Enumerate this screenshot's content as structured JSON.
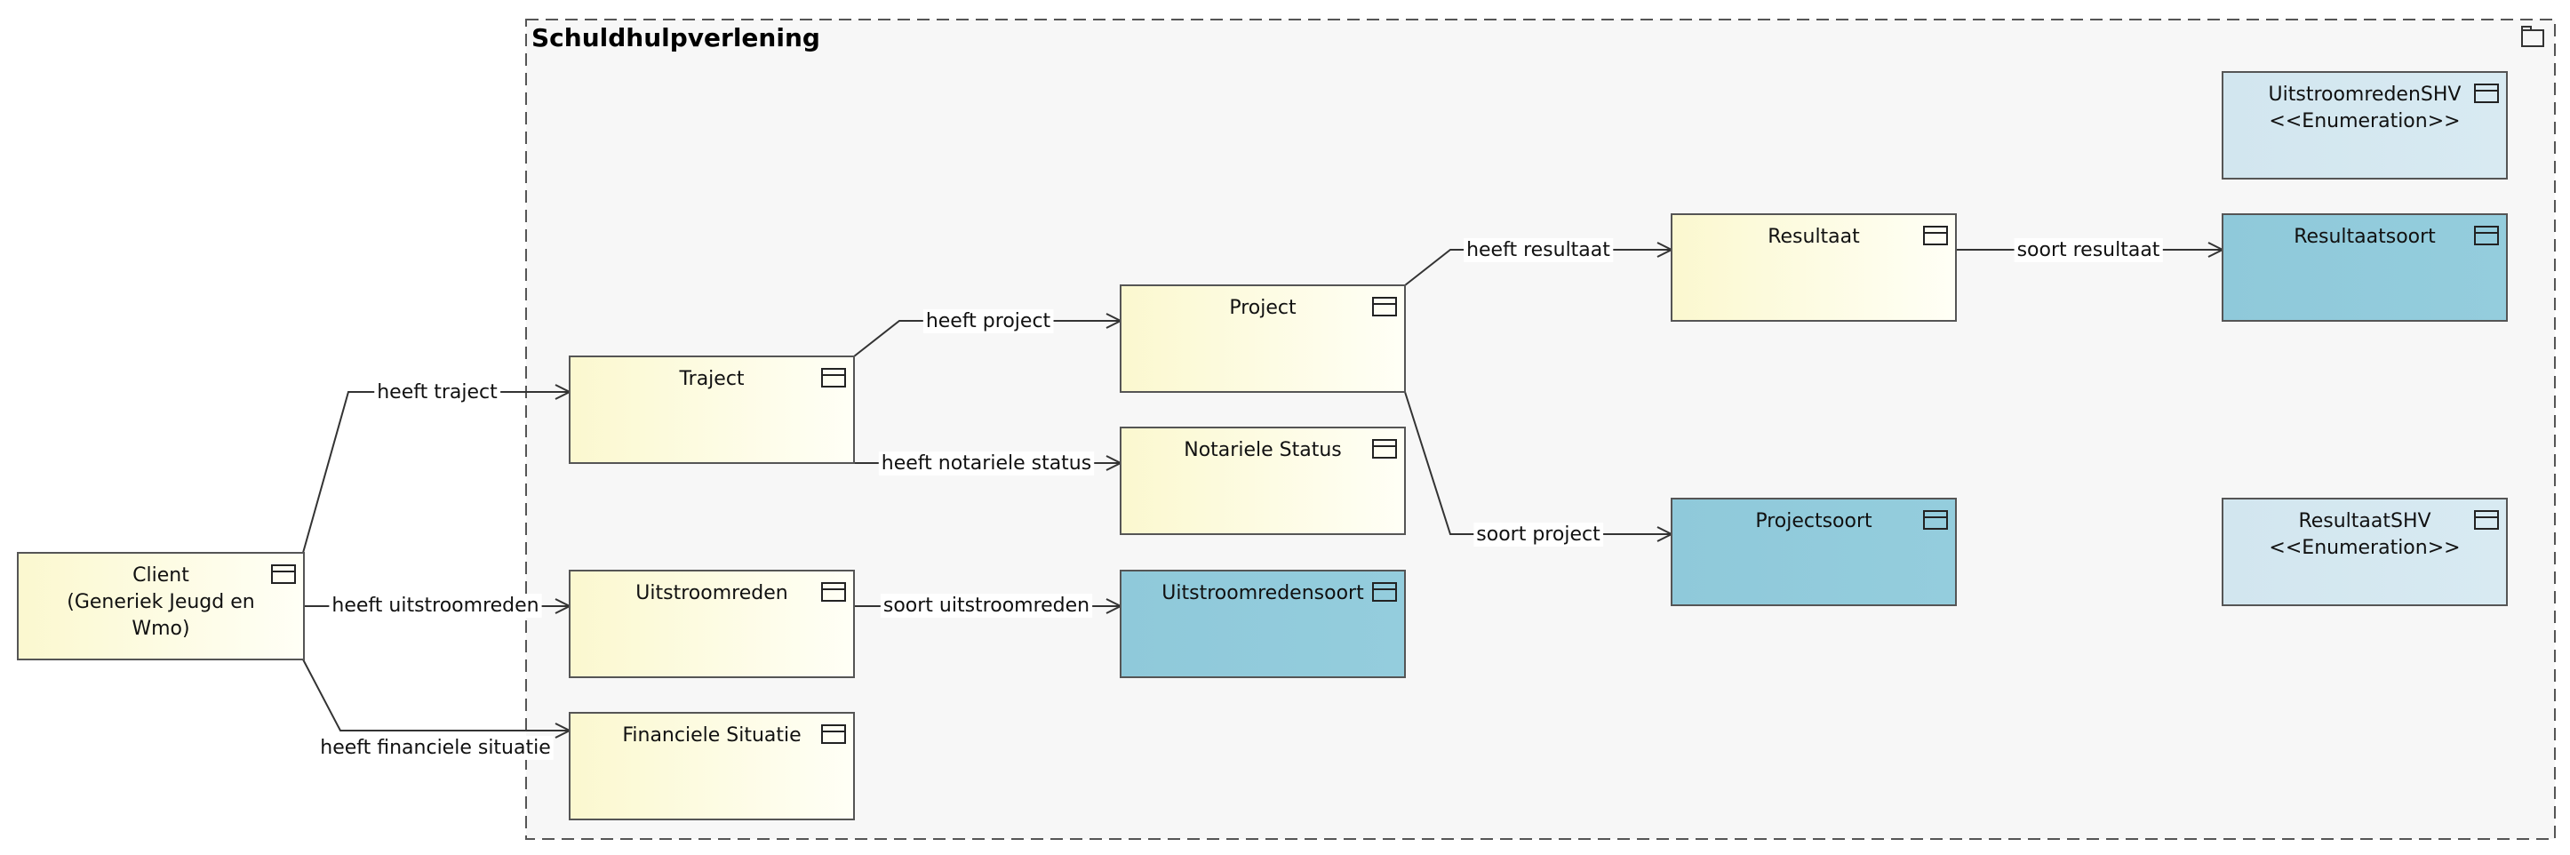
{
  "group": {
    "title": "Schuldhulpverlening"
  },
  "colors": {
    "business_object": "#fdfce0",
    "entity_blue": "#92cbdb",
    "enumeration": "#d5e8f0",
    "border": "#555555",
    "edge": "#333333",
    "group_background": "#f7f7f7"
  },
  "nodes": [
    {
      "id": "client",
      "lines": [
        "Client",
        "(Generiek Jeugd en",
        "Wmo)"
      ],
      "kind": "business_object",
      "icon": "class-icon"
    },
    {
      "id": "traject",
      "lines": [
        "Traject"
      ],
      "kind": "business_object",
      "icon": "class-icon"
    },
    {
      "id": "uitstroomreden",
      "lines": [
        "Uitstroomreden"
      ],
      "kind": "business_object",
      "icon": "class-icon"
    },
    {
      "id": "financiele-situatie",
      "lines": [
        "Financiele Situatie"
      ],
      "kind": "business_object",
      "icon": "class-icon"
    },
    {
      "id": "project",
      "lines": [
        "Project"
      ],
      "kind": "business_object",
      "icon": "class-icon"
    },
    {
      "id": "notariele-status",
      "lines": [
        "Notariele Status"
      ],
      "kind": "business_object",
      "icon": "class-icon"
    },
    {
      "id": "uitstroomredensoort",
      "lines": [
        "Uitstroomredensoort"
      ],
      "kind": "entity_blue",
      "icon": "class-icon"
    },
    {
      "id": "resultaat",
      "lines": [
        "Resultaat"
      ],
      "kind": "business_object",
      "icon": "class-icon"
    },
    {
      "id": "projectsoort",
      "lines": [
        "Projectsoort"
      ],
      "kind": "entity_blue",
      "icon": "class-icon"
    },
    {
      "id": "resultaatsoort",
      "lines": [
        "Resultaatsoort"
      ],
      "kind": "entity_blue",
      "icon": "class-icon"
    },
    {
      "id": "uitstroomredenshv",
      "lines": [
        "UitstroomredenSHV",
        "<<Enumeration>>"
      ],
      "kind": "enumeration",
      "icon": "class-icon"
    },
    {
      "id": "resultaatshv",
      "lines": [
        "ResultaatSHV",
        "<<Enumeration>>"
      ],
      "kind": "enumeration",
      "icon": "class-icon"
    }
  ],
  "edges": [
    {
      "id": "heeft-traject",
      "from": "client",
      "to": "traject",
      "label": "heeft traject"
    },
    {
      "id": "heeft-uitstroomreden",
      "from": "client",
      "to": "uitstroomreden",
      "label": "heeft uitstroomreden"
    },
    {
      "id": "heeft-financiele-situatie",
      "from": "client",
      "to": "financiele-situatie",
      "label": "heeft financiele situatie"
    },
    {
      "id": "heeft-project",
      "from": "traject",
      "to": "project",
      "label": "heeft project"
    },
    {
      "id": "heeft-notariele-status",
      "from": "traject",
      "to": "notariele-status",
      "label": "heeft notariele status"
    },
    {
      "id": "soort-uitstroomreden",
      "from": "uitstroomreden",
      "to": "uitstroomredensoort",
      "label": "soort uitstroomreden"
    },
    {
      "id": "heeft-resultaat",
      "from": "project",
      "to": "resultaat",
      "label": "heeft resultaat"
    },
    {
      "id": "soort-project",
      "from": "project",
      "to": "projectsoort",
      "label": "soort project"
    },
    {
      "id": "soort-resultaat",
      "from": "resultaat",
      "to": "resultaatsoort",
      "label": "soort resultaat"
    }
  ]
}
